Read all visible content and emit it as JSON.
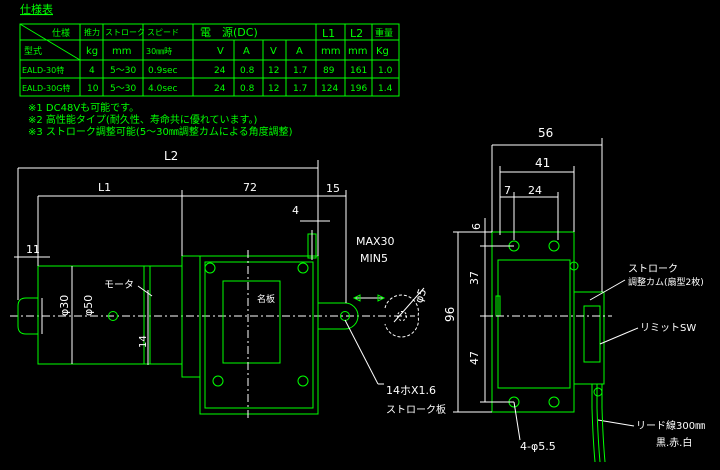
{
  "title": "仕様表",
  "table": {
    "header_top": {
      "model_type": "仕様",
      "thrust": "推力",
      "stroke": "ストローク",
      "speed": "スピード",
      "power": "電　源(DC)",
      "l1": "L1",
      "l2": "L2",
      "weight": "重量"
    },
    "header_bottom": {
      "model": "型式",
      "kg": "kg",
      "mm1": "mm",
      "speed_unit": "30㎜時",
      "v1": "V",
      "a1": "A",
      "v2": "V",
      "a2": "A",
      "mm2": "mm",
      "mm3": "mm",
      "weight_unit": "Kg"
    },
    "rows": [
      [
        "EALD-30特",
        "4",
        "5〜30",
        "0.9sec",
        "24",
        "0.8",
        "12",
        "1.7",
        "89",
        "161",
        "1.0"
      ],
      [
        "EALD-30G特",
        "10",
        "5〜30",
        "4.0sec",
        "24",
        "0.8",
        "12",
        "1.7",
        "124",
        "196",
        "1.4"
      ]
    ]
  },
  "notes": [
    "※1 DC48Vも可能です。",
    "※2 高性能タイプ(耐久性、寿命共に優れています。)",
    "※3 ストローク調整可能(5〜30㎜調整カムによる角度調整)"
  ],
  "side_view": {
    "dim_l2": "L2",
    "dim_l1": "L1",
    "dim_72": "72",
    "dim_15": "15",
    "dim_4": "4",
    "dim_11": "11",
    "dim_max": "MAX30",
    "dim_min": "MIN5",
    "dim_d30": "φ30",
    "dim_d50": "φ50",
    "dim_14": "14",
    "dim_d5": "φ5",
    "label_motor": "モータ",
    "label_nameplate": "名板",
    "label_hole": "14ホX1.6",
    "label_plate": "ストローク板"
  },
  "end_view": {
    "dim_56": "56",
    "dim_41": "41",
    "dim_7": "7",
    "dim_24": "24",
    "dim_6": "6",
    "dim_37": "37",
    "dim_47": "47",
    "dim_96": "96",
    "label_cam_1": "ストローク",
    "label_cam_2": "調整カム(扇型2枚)",
    "label_limit": "リミットSW",
    "label_lead": "リード線300㎜",
    "label_colors": "黒.赤.白",
    "label_holes": "4-φ5.5"
  },
  "colors": {
    "outline": "#00ff00",
    "dimension": "#ffffff",
    "background": "#000000"
  }
}
